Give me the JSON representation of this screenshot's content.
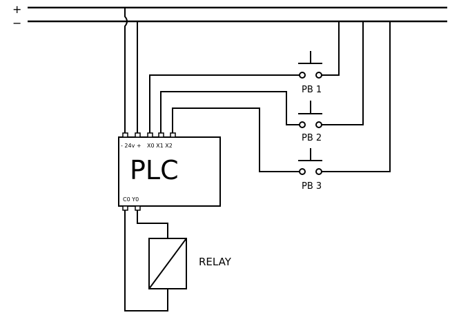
{
  "supply": {
    "plus_label": "+",
    "minus_label": "−"
  },
  "plc": {
    "title": "PLC",
    "power_terms": "- 24v +",
    "input_terms": "X0 X1 X2",
    "output_terms": "C0  Y0"
  },
  "pushbuttons": [
    {
      "label": "PB 1"
    },
    {
      "label": "PB 2"
    },
    {
      "label": "PB 3"
    }
  ],
  "relay": {
    "label": "RELAY"
  }
}
